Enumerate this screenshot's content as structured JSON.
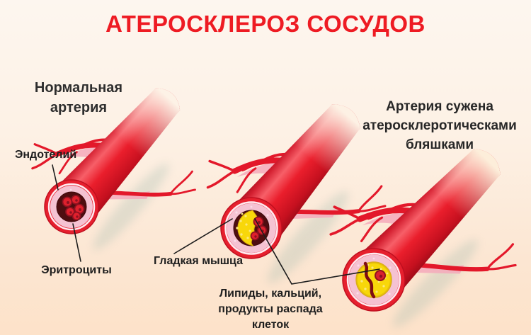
{
  "title": {
    "text": "АТЕРОСКЛЕРОЗ СОСУДОВ"
  },
  "panels": {
    "normal": {
      "heading": "Нормальная\nартерия",
      "labels": {
        "endothelium": "Эндотелий",
        "erythrocytes": "Эритроциты"
      }
    },
    "diseased": {
      "heading": "Артерия сужена\nатеросклеротическами\nбляшками",
      "labels": {
        "smooth_muscle": "Гладкая мышца",
        "plaque_contents": "Липиды, кальций,\nпродукты распада клеток"
      }
    }
  },
  "colors": {
    "title_red": "#ee1b23",
    "heading_text": "#2e2e2e",
    "label_text": "#1e1e1e",
    "artery_red": "#e81c2a",
    "artery_dark_red": "#a90e1c",
    "artery_highlight": "#f75f68",
    "vessel_wall_pink": "#f5c2d2",
    "inner_ring_light": "#ffeaf0",
    "lumen_dark": "#4f0d10",
    "erythrocyte_red": "#df202d",
    "erythrocyte_outline": "#8e1120",
    "plaque_yellow": "#f8d70a",
    "pointer_line": "#1c1c1c",
    "background_top": "#fdf6ef",
    "background_bottom": "#fde2c9"
  }
}
